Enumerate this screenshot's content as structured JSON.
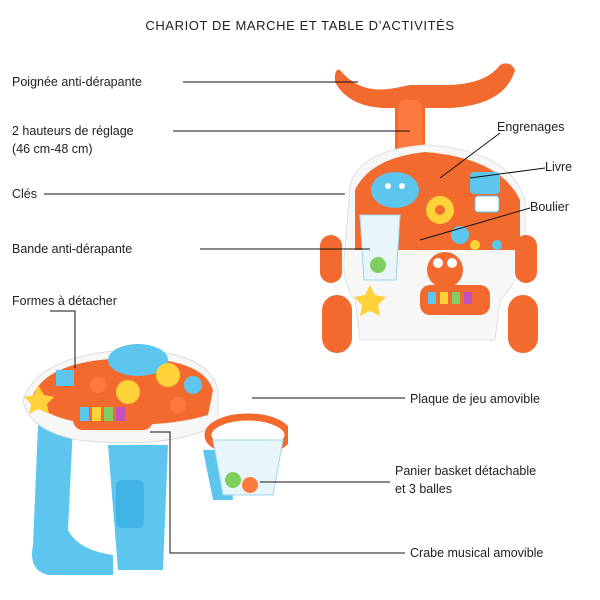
{
  "title": "CHARIOT DE MARCHE ET TABLE D’ACTIVITÉS",
  "labels": {
    "handle": "Poignée anti-dérapante",
    "height_line1": "2 hauteurs de réglage",
    "height_line2": "(46 cm-48 cm)",
    "keys": "Clés",
    "strip": "Bande anti-dérapante",
    "gears": "Engrenages",
    "book": "Livre",
    "abacus": "Boulier",
    "shapes": "Formes à détacher",
    "play_plate": "Plaque de jeu amovible",
    "basket_line1": "Panier basket détachable",
    "basket_line2": "et 3 balles",
    "crab": "Crabe musical amovible"
  },
  "colors": {
    "orange": "#f26a2e",
    "orange_light": "#ff8a4c",
    "blue": "#5cc6ef",
    "white": "#f7f7f7",
    "line": "#111111"
  }
}
